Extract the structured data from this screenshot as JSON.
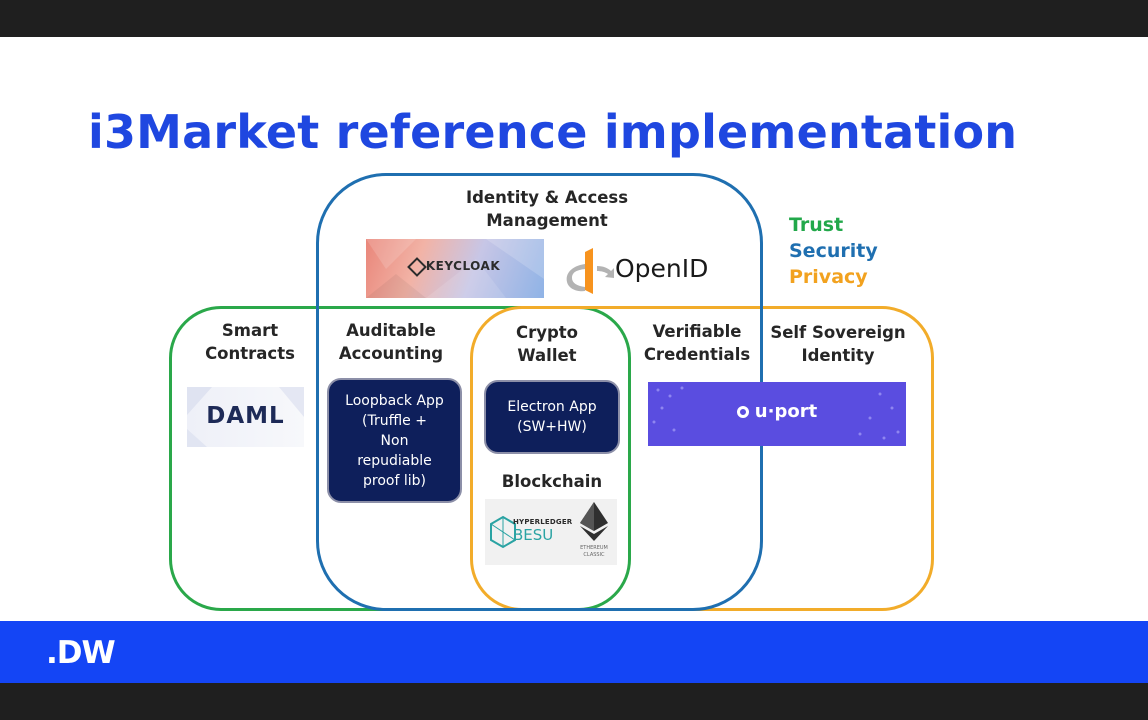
{
  "slide": {
    "title": "i3Market reference implementation"
  },
  "regions": {
    "iam": {
      "title_line1": "Identity & Access",
      "title_line2": "Management",
      "color": "#1f6fb0"
    },
    "smart_contracts": {
      "line1": "Smart",
      "line2": "Contracts",
      "color": "#2aa84a"
    },
    "auditable_accounting": {
      "line1": "Auditable",
      "line2": "Accounting"
    },
    "crypto_wallet": {
      "line1": "Crypto",
      "line2": "Wallet",
      "color": "#f2ac2a"
    },
    "verifiable_credentials": {
      "line1": "Verifiable",
      "line2": "Credentials"
    },
    "self_sovereign_identity": {
      "line1": "Self Sovereign",
      "line2": "Identity",
      "color": "#f2ac2a"
    },
    "blockchain": {
      "label": "Blockchain"
    }
  },
  "legend": {
    "trust": {
      "label": "Trust",
      "color": "#22a84a"
    },
    "security": {
      "label": "Security",
      "color": "#1f6fb0"
    },
    "privacy": {
      "label": "Privacy",
      "color": "#f2a21f"
    }
  },
  "apps": {
    "loopback": {
      "line1": "Loopback App",
      "line2": "(Truffle +",
      "line3": "Non",
      "line4": "repudiable",
      "line5": "proof lib)"
    },
    "electron": {
      "line1": "Electron App",
      "line2": "(SW+HW)"
    }
  },
  "logos": {
    "keycloak": {
      "text": "KEYCLOAK",
      "icon": "keycloak-logo"
    },
    "openid": {
      "text": "OpenID",
      "icon": "openid-logo"
    },
    "daml": {
      "text": "DAML",
      "icon": "daml-logo"
    },
    "uport": {
      "text": "u·port",
      "icon": "uport-logo"
    },
    "hyperledger": {
      "line1": "HYPERLEDGER",
      "line2": "BESU",
      "icon": "hyperledger-besu-logo"
    },
    "ethereum": {
      "line1": "ETHEREUM",
      "line2": "CLASSIC",
      "icon": "ethereum-classic-logo"
    }
  },
  "footer": {
    "brand": ".DW",
    "color": "#1445f5"
  }
}
